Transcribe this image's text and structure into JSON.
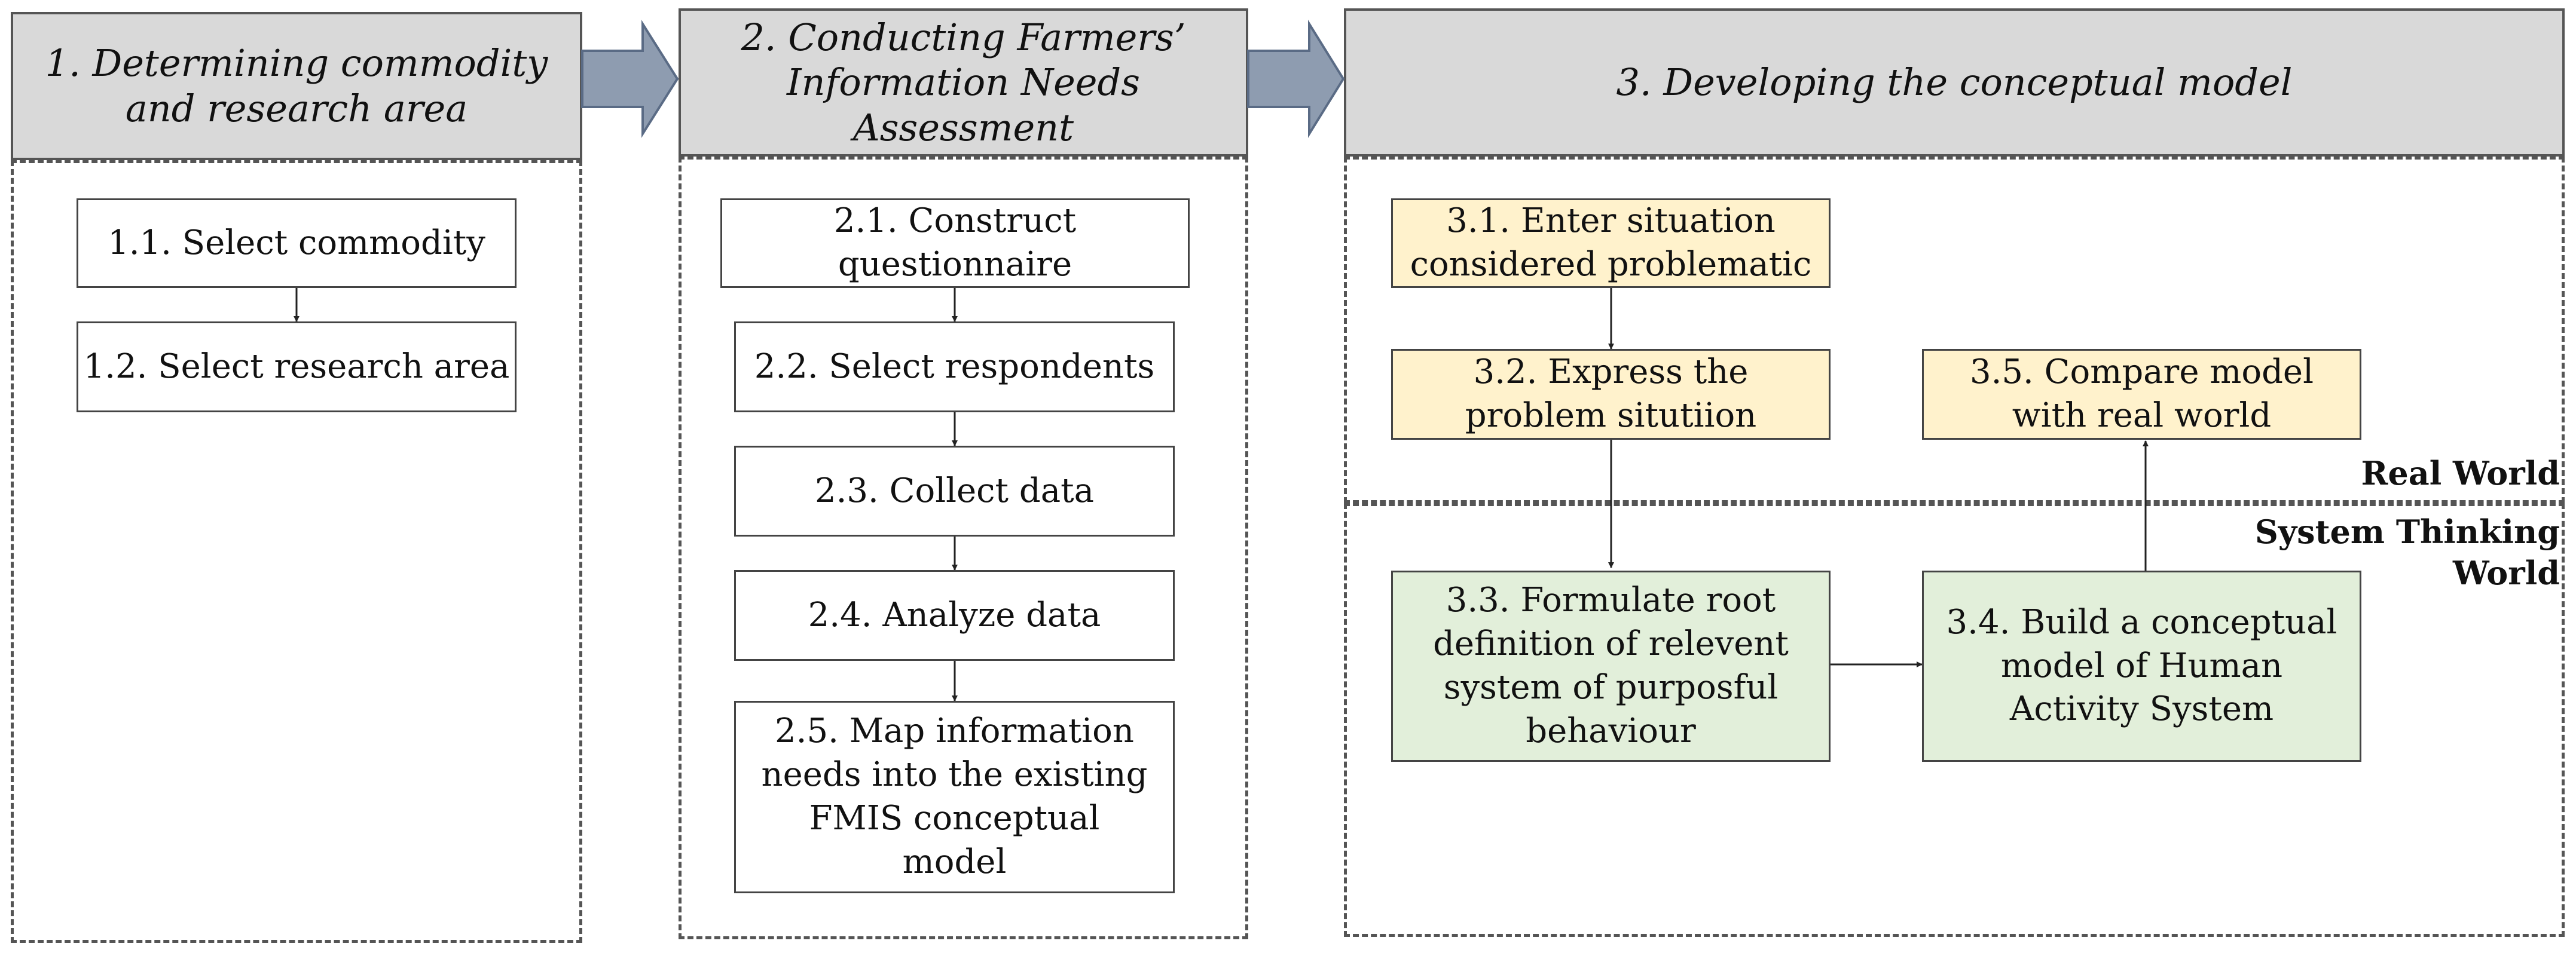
{
  "phases": [
    {
      "title": "1. Determining commodity and research area",
      "steps": [
        "1.1. Select commodity",
        "1.2. Select research area"
      ]
    },
    {
      "title": "2. Conducting Farmers’ Information Needs Assessment",
      "steps": [
        "2.1. Construct questionnaire",
        "2.2. Select respondents",
        "2.3. Collect data",
        "2.4. Analyze data",
        "2.5. Map information needs into the existing FMIS conceptual model"
      ]
    },
    {
      "title": "3. Developing the conceptual model",
      "steps": [
        "3.1. Enter situation considered problematic",
        "3.2. Express the problem situtiion",
        "3.3. Formulate root definition of relevent system of purposful behaviour",
        "3.4. Build a conceptual model of Human Activity System",
        "3.5. Compare model with real world"
      ]
    }
  ],
  "worlds": {
    "real": "Real World",
    "system": "System Thinking World"
  },
  "colors": {
    "header_fill": "#d9d9d9",
    "arrow_fill": "#8e9cb0",
    "real_world_fill": "#fff2cc",
    "system_world_fill": "#e2efda"
  }
}
